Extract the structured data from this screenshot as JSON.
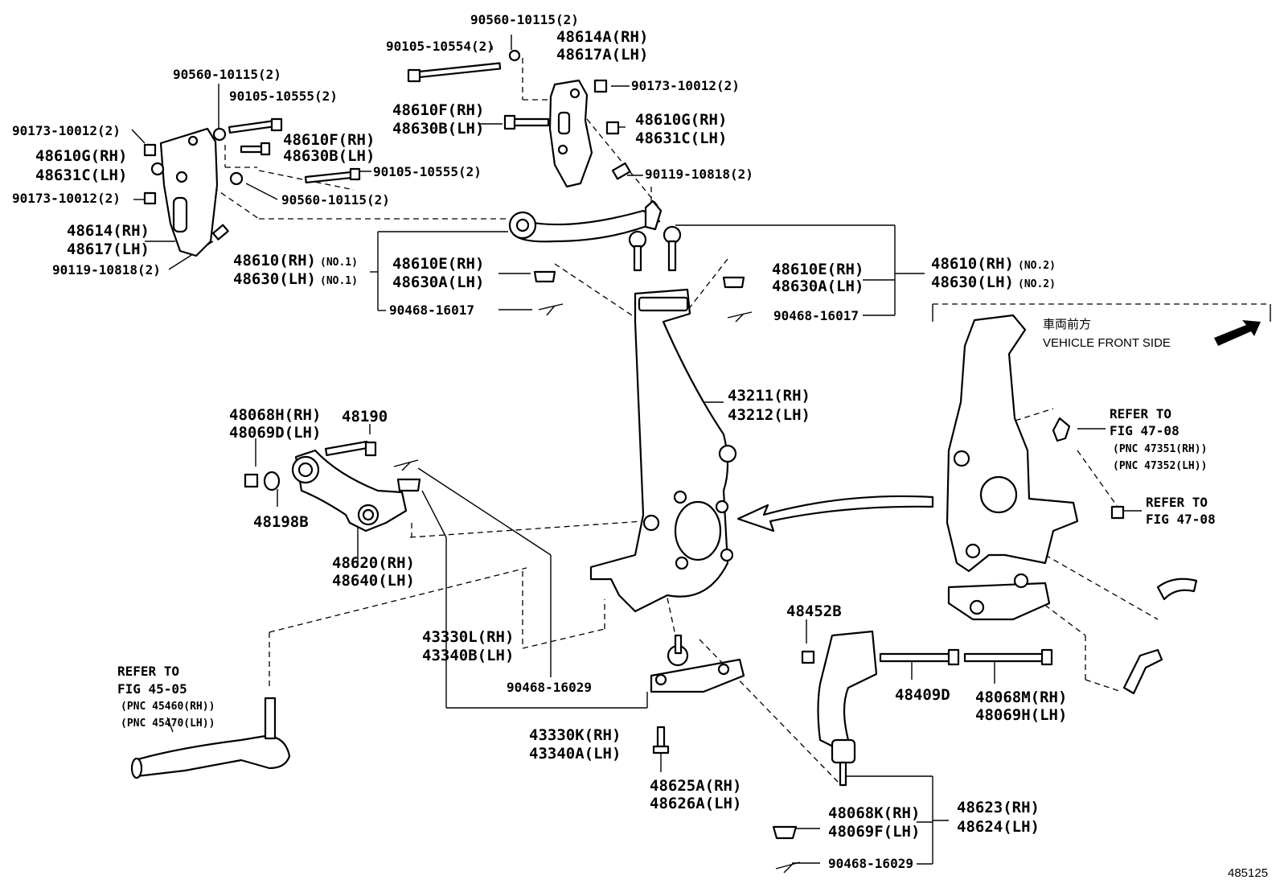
{
  "labels": {
    "p_90560_top": "90560-10115(2)",
    "p_90105_top": "90105-10554(2)",
    "p_48614A": "48614A(RH)",
    "p_48617A": "48617A(LH)",
    "p_90173_topright": "90173-10012(2)",
    "p_48610F_r": "48610F(RH)",
    "p_48630B_r": "48630B(LH)",
    "p_48610G_r": "48610G(RH)",
    "p_48631C_r": "48631C(LH)",
    "p_90119_r": "90119-10818(2)",
    "p_90560_left": "90560-10115(2)",
    "p_90105_left": "90105-10555(2)",
    "p_90173_left1": "90173-10012(2)",
    "p_48610F_l": "48610F(RH)",
    "p_48630B_l": "48630B(LH)",
    "p_48610G_l": "48610G(RH)",
    "p_48631C_l": "48631C(LH)",
    "p_90105_mid": "90105-10555(2)",
    "p_90173_left2": "90173-10012(2)",
    "p_90560_mid": "90560-10115(2)",
    "p_48614": "48614(RH)",
    "p_48617": "48617(LH)",
    "p_90119_l": "90119-10818(2)",
    "p_48610_no1": "48610(RH)",
    "p_48630_no1": "48630(LH)",
    "no1_a": "(NO.1)",
    "no1_b": "(NO.1)",
    "p_48610E_l": "48610E(RH)",
    "p_48630A_l": "48630A(LH)",
    "p_90468_16017_l": "90468-16017",
    "p_48610E_r": "48610E(RH)",
    "p_48630A_r": "48630A(LH)",
    "p_90468_16017_r": "90468-16017",
    "p_48610_no2": "48610(RH)",
    "p_48630_no2": "48630(LH)",
    "no2_a": "(NO.2)",
    "no2_b": "(NO.2)",
    "p_43211": "43211(RH)",
    "p_43212": "43212(LH)",
    "p_48068H": "48068H(RH)",
    "p_48069D": "48069D(LH)",
    "p_48190": "48190",
    "p_48198B": "48198B",
    "p_48620": "48620(RH)",
    "p_48640": "48640(LH)",
    "p_43330L": "43330L(RH)",
    "p_43340B": "43340B(LH)",
    "p_90468_16029_mid": "90468-16029",
    "p_43330K": "43330K(RH)",
    "p_43340A": "43340A(LH)",
    "p_48625A": "48625A(RH)",
    "p_48626A": "48626A(LH)",
    "p_48452B": "48452B",
    "p_48409D": "48409D",
    "p_48068M": "48068M(RH)",
    "p_48069H": "48069H(LH)",
    "p_48068K": "48068K(RH)",
    "p_48069F": "48069F(LH)",
    "p_90468_16029_bot": "90468-16029",
    "p_48623": "48623(RH)",
    "p_48624": "48624(LH)",
    "refer_to_1": "REFER TO",
    "fig_47_08_a": "FIG 47-08",
    "pnc_47351": "(PNC 47351(RH))",
    "pnc_47352": "(PNC 47352(LH))",
    "refer_to_2": "REFER TO",
    "fig_47_08_b": "FIG 47-08",
    "refer_to_3": "REFER TO",
    "fig_45_05": "FIG 45-05",
    "pnc_45460": "(PNC 45460(RH))",
    "pnc_45470": "(PNC 45470(LH))",
    "vehicle_front_jp": "車両前方",
    "vehicle_front_en": "VEHICLE FRONT SIDE",
    "diagram_id": "485125"
  }
}
